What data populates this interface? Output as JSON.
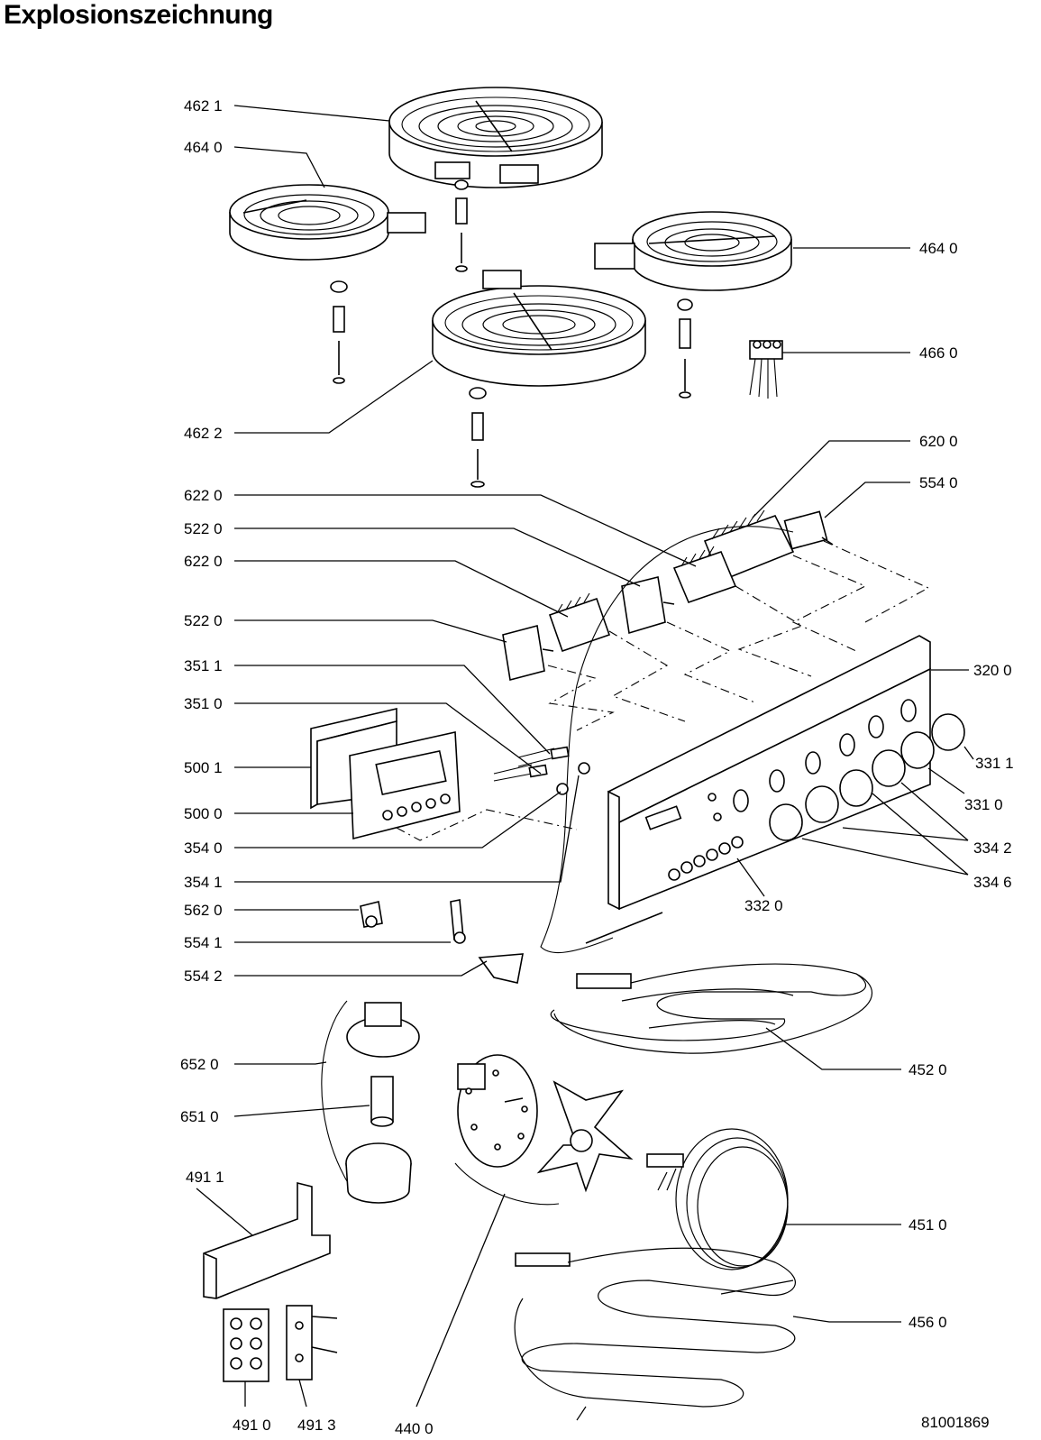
{
  "title": "Explosionszeichnung",
  "document_number": "81001869",
  "parts": {
    "p4621": "462 1",
    "p4640a": "464 0",
    "p4640b": "464 0",
    "p4660": "466 0",
    "p4622": "462 2",
    "p6200": "620 0",
    "p5540": "554 0",
    "p6220a": "622 0",
    "p5220a": "522 0",
    "p6220b": "622 0",
    "p5220b": "522 0",
    "p3511": "351 1",
    "p3510": "351 0",
    "p3200": "320 0",
    "p5001": "500 1",
    "p3311": "331 1",
    "p5000": "500 0",
    "p3310": "331 0",
    "p3540": "354 0",
    "p3342": "334 2",
    "p3541": "354 1",
    "p3346": "334 6",
    "p5620": "562 0",
    "p3320": "332 0",
    "p5541": "554 1",
    "p5542": "554 2",
    "p4520": "452 0",
    "p6520": "652 0",
    "p6510": "651 0",
    "p4911": "491 1",
    "p4510": "451 0",
    "p4560": "456 0",
    "p4910": "491 0",
    "p4913": "491 3",
    "p4400": "440 0"
  }
}
